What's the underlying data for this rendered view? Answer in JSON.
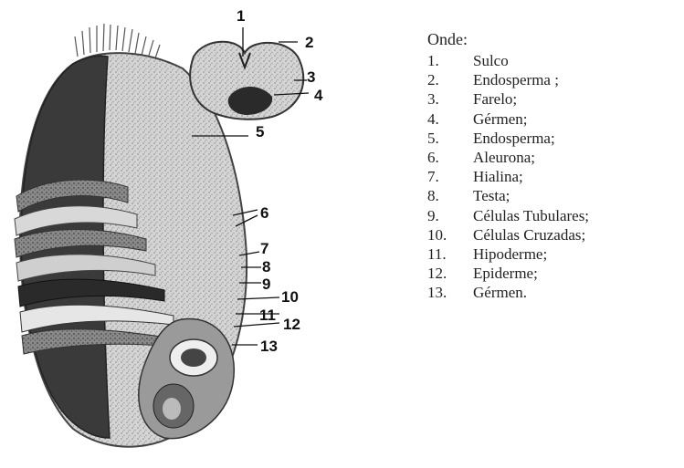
{
  "legend": {
    "title": "Onde:",
    "items": [
      {
        "num": "1.",
        "text": "Sulco"
      },
      {
        "num": "2.",
        "text": "Endosperma ;"
      },
      {
        "num": "3.",
        "text": "Farelo;"
      },
      {
        "num": "4.",
        "text": "Gérmen;"
      },
      {
        "num": "5.",
        "text": "Endosperma;"
      },
      {
        "num": "6.",
        "text": "Aleurona;"
      },
      {
        "num": "7.",
        "text": "Hialina;"
      },
      {
        "num": "8.",
        "text": "Testa;"
      },
      {
        "num": "9.",
        "text": "Células Tubulares;"
      },
      {
        "num": "10.",
        "text": "Células Cruzadas;"
      },
      {
        "num": "11.",
        "text": "Hipoderme;"
      },
      {
        "num": "12.",
        "text": "Epiderme;"
      },
      {
        "num": "13.",
        "text": "Gérmen."
      }
    ]
  },
  "figure": {
    "labels": [
      "1",
      "2",
      "3",
      "4",
      "5",
      "6",
      "7",
      "8",
      "9",
      "10",
      "11",
      "12",
      "13"
    ]
  }
}
